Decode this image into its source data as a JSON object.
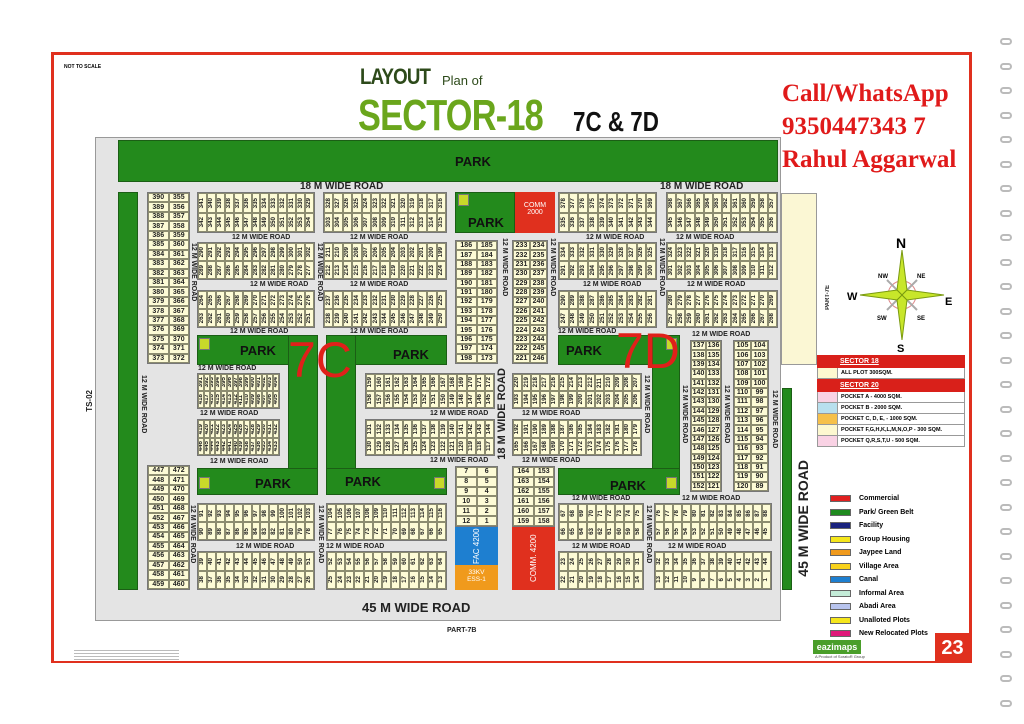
{
  "header": {
    "not_to_scale": "NOT TO SCALE",
    "title_layout": "LAYOUT",
    "title_plan": "Plan of",
    "title_sector": "SECTOR-18",
    "title_sub": "7C & 7D"
  },
  "contact": {
    "line1": "Call/WhatsApp",
    "phone": "9350447343 7",
    "name": "Rahul Aggarwal"
  },
  "roads": {
    "r12": "12 M WIDE ROAD",
    "r18": "18 M WIDE ROAD",
    "r45": "45 M WIDE ROAD"
  },
  "labels": {
    "park": "PARK",
    "comm2000": "COMM\n2000",
    "fac": "FAC 4200",
    "ess": "33KV ESS-1",
    "comm4200": "COMM. 4200",
    "ts02": "TS-02",
    "part7b": "PART-7B",
    "part7e": "PART-7E",
    "pocket7c": "7C",
    "pocket7d": "7D"
  },
  "compass": {
    "n": "N",
    "s": "S",
    "e": "E",
    "w": "W",
    "ne": "NE",
    "nw": "NW",
    "se": "SE",
    "sw": "SW",
    "color": "#c8e62a"
  },
  "plot_blocks": [
    {
      "id": "B1",
      "top": {
        "from": 341,
        "to": 329
      },
      "bottom": {
        "from": 342,
        "to": 354
      }
    },
    {
      "id": "B2",
      "top": {
        "from": 328,
        "to": 316
      },
      "bottom": {
        "from": 303,
        "to": 315
      }
    },
    {
      "id": "B3",
      "top": {
        "from": 378,
        "to": 369
      },
      "bottom": {
        "from": 335,
        "to": 344
      }
    },
    {
      "id": "B4",
      "top": {
        "from": 368,
        "to": 357
      },
      "bottom": {
        "from": 345,
        "to": 356
      }
    },
    {
      "id": "B5",
      "top": {
        "from": 290,
        "to": 302
      },
      "bottom": {
        "from": 289,
        "to": 277
      }
    },
    {
      "id": "B6",
      "top": {
        "from": 211,
        "to": 199
      },
      "bottom": {
        "from": 212,
        "to": 224
      }
    },
    {
      "id": "B7",
      "top": {
        "from": 334,
        "to": 325
      },
      "bottom": {
        "from": 291,
        "to": 300
      }
    },
    {
      "id": "B8",
      "top": {
        "from": 324,
        "to": 313
      },
      "bottom": {
        "from": 301,
        "to": 312
      }
    },
    {
      "id": "B9",
      "top": {
        "from": 264,
        "to": 276
      },
      "bottom": {
        "from": 263,
        "to": 251
      }
    },
    {
      "id": "B10",
      "top": {
        "from": 237,
        "to": 225
      },
      "bottom": {
        "from": 238,
        "to": 250
      }
    },
    {
      "id": "B11",
      "top": {
        "from": 290,
        "to": 281
      },
      "bottom": {
        "from": 247,
        "to": 256
      }
    },
    {
      "id": "B12",
      "top": {
        "from": 280,
        "to": 269
      },
      "bottom": {
        "from": 257,
        "to": 268
      }
    },
    {
      "id": "L1",
      "top": {
        "from": 391,
        "to": 404
      },
      "bottom": {
        "from": 418,
        "to": 405
      }
    },
    {
      "id": "L2",
      "top": {
        "from": 419,
        "to": 432
      },
      "bottom": {
        "from": 446,
        "to": 433
      }
    },
    {
      "id": "L3",
      "top": {
        "from": 91,
        "to": 103
      },
      "bottom": {
        "from": 90,
        "to": 78
      }
    },
    {
      "id": "L4",
      "top": {
        "from": 39,
        "to": 51
      },
      "bottom": {
        "from": 38,
        "to": 26
      }
    },
    {
      "id": "C1",
      "top": {
        "from": 159,
        "to": 172
      },
      "bottom": {
        "from": 158,
        "to": 145
      }
    },
    {
      "id": "C2",
      "top": {
        "from": 131,
        "to": 144
      },
      "bottom": {
        "from": 130,
        "to": 117
      }
    },
    {
      "id": "C3",
      "top": {
        "from": 104,
        "to": 116
      },
      "bottom": {
        "from": 77,
        "to": 65
      }
    },
    {
      "id": "C4",
      "top": {
        "from": 52,
        "to": 64
      },
      "bottom": {
        "from": 25,
        "to": 13
      }
    },
    {
      "id": "D1",
      "top": {
        "from": 220,
        "to": 207
      },
      "bottom": {
        "from": 193,
        "to": 206
      }
    },
    {
      "id": "D2",
      "top": {
        "from": 192,
        "to": 179
      },
      "bottom": {
        "from": 165,
        "to": 178
      }
    },
    {
      "id": "E1",
      "top": {
        "from": 67,
        "to": 75
      },
      "bottom": {
        "from": 66,
        "to": 58
      }
    },
    {
      "id": "E2",
      "top": {
        "from": 23,
        "to": 31
      },
      "bottom": {
        "from": 22,
        "to": 14
      }
    },
    {
      "id": "E3",
      "top": {
        "from": 76,
        "to": 88
      },
      "bottom": {
        "from": 57,
        "to": 45
      }
    },
    {
      "id": "E4",
      "top": {
        "from": 32,
        "to": 44
      },
      "bottom": {
        "from": 13,
        "to": 1
      }
    }
  ],
  "plot_columns": [
    {
      "id": "K1",
      "left": {
        "from": 390,
        "to": 373
      },
      "right": {
        "from": 355,
        "to": 372
      }
    },
    {
      "id": "K2",
      "left": {
        "from": 186,
        "to": 198
      },
      "right": {
        "from": 185,
        "to": 173
      }
    },
    {
      "id": "K3",
      "left": {
        "from": 233,
        "to": 221
      },
      "right": {
        "from": 234,
        "to": 246
      }
    },
    {
      "id": "K4",
      "left": {
        "from": 447,
        "to": 459
      },
      "right": {
        "from": 472,
        "to": 460
      }
    },
    {
      "id": "K5",
      "left": {
        "from": 7,
        "to": 12
      },
      "right": {
        "from": 6,
        "to": 1
      }
    },
    {
      "id": "K6",
      "left": {
        "from": 164,
        "to": 159
      },
      "right": {
        "from": 153,
        "to": 158
      }
    },
    {
      "id": "K7",
      "left": {
        "from": 137,
        "to": 152
      },
      "right": {
        "from": 136,
        "to": 121
      }
    },
    {
      "id": "K8",
      "left": {
        "from": 105,
        "to": 120
      },
      "right": {
        "from": 104,
        "to": 89
      }
    }
  ],
  "sector_table": {
    "sector18_title": "SECTOR 18",
    "sector18_rows": [
      {
        "text": "ALL PLOT  300SQM.",
        "color": "#fdf8d0"
      }
    ],
    "sector20_title": "SECTOR 20",
    "sector20_rows": [
      {
        "text": "POCKET A   - 4000 SQM.",
        "color": "#f9d2e4"
      },
      {
        "text": "POCKET B   - 2000 SQM.",
        "color": "#b8e0ee"
      },
      {
        "text": "POCKET C, D, E, - 1000 SQM.",
        "color": "#f6c04a"
      },
      {
        "text": "POCKET  F,G,H,K,L,M,N,O,P - 300 SQM.",
        "color": "#fdf8d0"
      },
      {
        "text": "POCKET Q,R,S,T,U  - 500 SQM.",
        "color": "#f9d2e4"
      }
    ]
  },
  "legend": [
    {
      "label": "Commercial",
      "color": "#e02020"
    },
    {
      "label": "Park/ Green Belt",
      "color": "#1f8a1f"
    },
    {
      "label": "Facility",
      "color": "#1a237e"
    },
    {
      "label": "Group Housing",
      "color": "#f5e61c"
    },
    {
      "label": "Jaypee Land",
      "color": "#f09a1c"
    },
    {
      "label": "Village Area",
      "color": "#f8d21c"
    },
    {
      "label": "Canal",
      "color": "#1e7fd0"
    },
    {
      "label": "Informal Area",
      "color": "#c4ecd8"
    },
    {
      "label": "Abadi Area",
      "color": "#b8c4ee"
    },
    {
      "label": "Unalloted Plots",
      "color": "#f5e61c"
    },
    {
      "label": "New Relocated Plots",
      "color": "#e0187a"
    }
  ],
  "footer": {
    "page_number": "23",
    "logo": "eazimaps",
    "logo_sub": "A Product of SoratoR Group"
  },
  "colors": {
    "frame": "#e0301e",
    "park": "#238a1c",
    "plot": "#fdfbd6",
    "commercial": "#e0301e",
    "facility": "#1e7fd0",
    "ess": "#f09a1c"
  }
}
